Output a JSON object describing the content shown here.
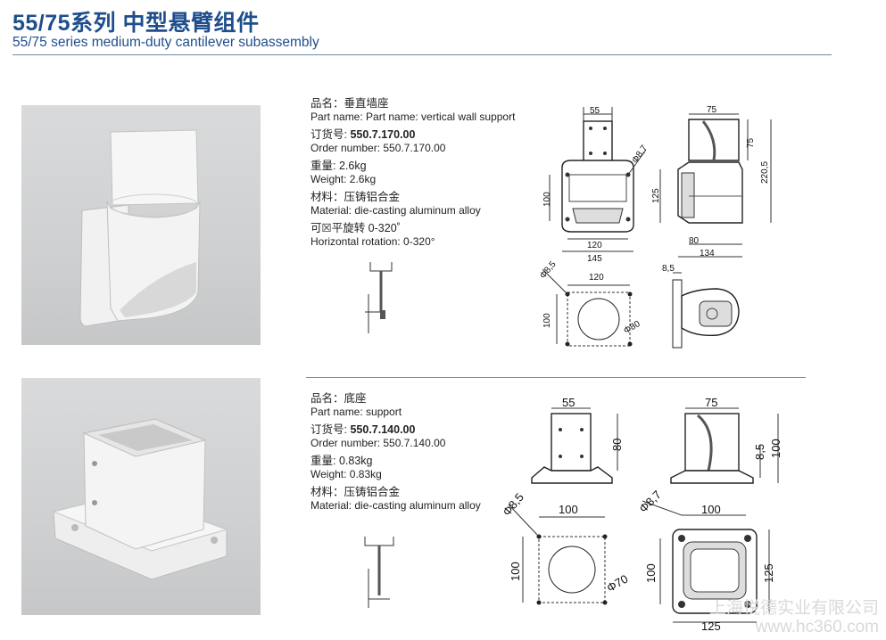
{
  "header": {
    "title_cn": "55/75系列 中型悬臂组件",
    "title_en": "55/75 series medium-duty cantilever subassembly"
  },
  "product1": {
    "name_cn_label": "品名：垂直墙座",
    "name_en": "Part name: Part name: vertical wall support",
    "order_cn_label": "订货号:",
    "order_no": "550.7.170.00",
    "order_en": "Order number: 550.7.170.00",
    "weight_cn": "重量: 2.6kg",
    "weight_en": "Weight: 2.6kg",
    "material_cn": "材料：压铸铝合金",
    "material_en": "Material: die-casting aluminum alloy",
    "rotation_cn": "可☒平旋转 0-320˚",
    "rotation_en": "Horizontal rotation: 0-320°",
    "dims": {
      "front_top": "55",
      "front_dia": "Φ8,7",
      "front_h": "100",
      "front_w1": "120",
      "front_w2": "145",
      "side_top": "75",
      "side_h1": "75",
      "side_h2": "220,5",
      "side_h3": "125",
      "side_w1": "80",
      "side_w2": "134",
      "plate_dia": "Φ8,5",
      "plate_w": "120",
      "plate_h": "100",
      "plate_hole": "Φ80",
      "plan_t": "8,5"
    }
  },
  "product2": {
    "name_cn_label": "品名：底座",
    "name_en": "Part name: support",
    "order_cn_label": "订货号:",
    "order_no": "550.7.140.00",
    "order_en": "Order number: 550.7.140.00",
    "weight_cn": "重量: 0.83kg",
    "weight_en": "Weight: 0.83kg",
    "material_cn": "材料：压铸铝合金",
    "material_en": "Material: die-casting aluminum alloy",
    "dims": {
      "front_top": "55",
      "front_h": "80",
      "side_top": "75",
      "side_h1": "8,5",
      "side_h2": "100",
      "plate_dia": "Φ8,5",
      "plate_w": "100",
      "plate_h": "100",
      "plate_hole": "Φ70",
      "plan_dia": "Φ8,7",
      "plan_w1": "100",
      "plan_h": "100",
      "plan_h2": "125",
      "plan_w2": "125"
    }
  },
  "watermark": {
    "line1": "上海悦德实业有限公司",
    "line2": "www.hc360.com"
  }
}
